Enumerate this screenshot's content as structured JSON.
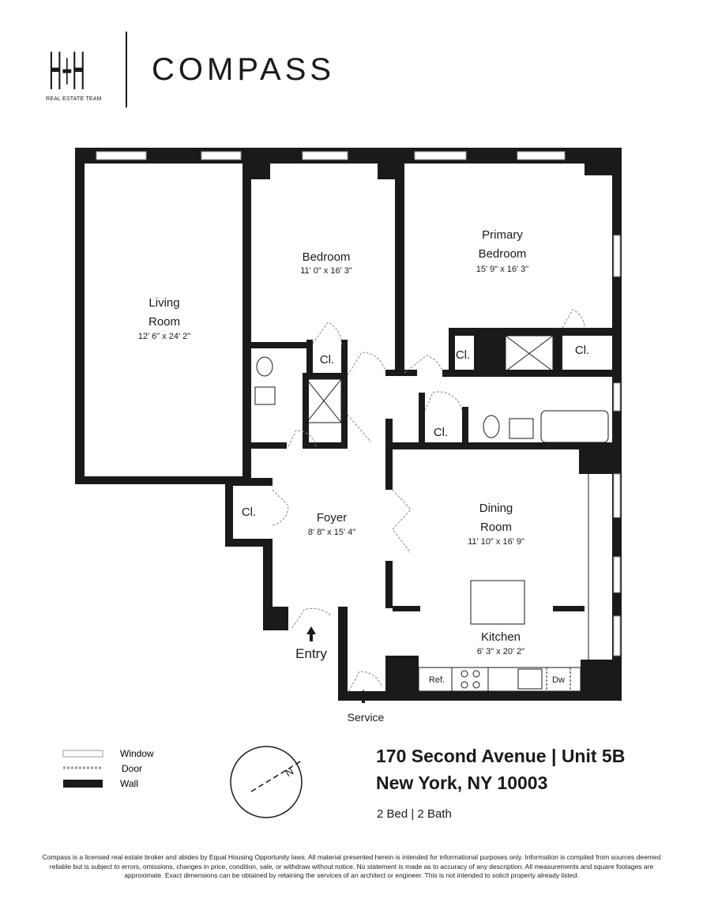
{
  "branding": {
    "team_logo_text": "H+H",
    "team_label": "REAL ESTATE TEAM",
    "brokerage": "COMPASS"
  },
  "rooms": {
    "living": {
      "name_line1": "Living",
      "name_line2": "Room",
      "dims": "12' 6\" x 24' 2\""
    },
    "bedroom": {
      "name": "Bedroom",
      "dims": "11' 0\" x 16' 3\""
    },
    "primary": {
      "name_line1": "Primary",
      "name_line2": "Bedroom",
      "dims": "15' 9\" x 16' 3\""
    },
    "foyer": {
      "name": "Foyer",
      "dims": "8' 8\" x 15' 4\""
    },
    "dining": {
      "name_line1": "Dining",
      "name_line2": "Room",
      "dims": "11' 10\" x 16' 9\""
    },
    "kitchen": {
      "name": "Kitchen",
      "dims": "6' 3\" x 20' 2\""
    }
  },
  "closet_label": "Cl.",
  "appliances": {
    "refrigerator": "Ref.",
    "dishwasher": "Dw"
  },
  "entrances": {
    "entry": "Entry",
    "service": "Service"
  },
  "legend": {
    "window": "Window",
    "door": "Door",
    "wall": "Wall"
  },
  "compass_rose": {
    "north_label": "N"
  },
  "listing": {
    "address_line1": "170 Second Avenue | Unit 5B",
    "address_line2": "New York, NY 10003",
    "beds_baths": "2 Bed | 2 Bath"
  },
  "disclaimer": "Compass is a licensed real estate broker and abides by Equal Housing Opportunity laws. All material presented herein is intended for informational purposes only. Information is compiled from sources deemed reliable but is subject to errors, omissions, changes in price, condition, sale, or withdraw without notice. No statement is made as to accuracy of any description. All measurements and square footages are approximate. Exact dimensions can be obtained by retaining the services of an architect or engineer. This is not intended to solicit property already listed.",
  "colors": {
    "wall": "#1a1a1a",
    "window": "#cfcfcf",
    "background": "#ffffff"
  }
}
